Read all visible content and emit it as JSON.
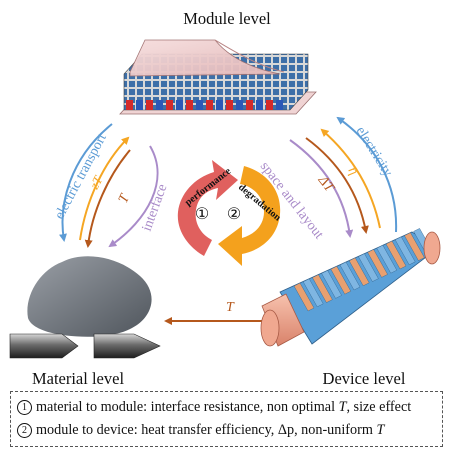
{
  "levels": {
    "module": "Module level",
    "material": "Material level",
    "device": "Device level"
  },
  "left_arrows": {
    "outer": "electric transport",
    "zt": "zT",
    "t": "T",
    "inner": "interface"
  },
  "right_arrows": {
    "inner": "space and layout",
    "delta_t": "ΔT",
    "eta": "η",
    "outer": "electricity"
  },
  "bottom_arrow": {
    "t": "T"
  },
  "cycle": {
    "left_label": "performance",
    "right_label": "degradation",
    "num1": "①",
    "num2": "②"
  },
  "caption": {
    "line1": {
      "num": "1",
      "text": "material to module: interface resistance, non optimal",
      "var": "T",
      "tail": ", size effect"
    },
    "line2": {
      "num": "2",
      "text": "module to device: heat transfer efficiency, Δp, non-uniform",
      "var": "T"
    }
  },
  "colors": {
    "blue": "#5b9bd5",
    "orange": "#f5a623",
    "brown": "#b5581c",
    "purple": "#a98bc9",
    "red_cycle": "#e0605e",
    "orange_cycle": "#f4a11d"
  }
}
